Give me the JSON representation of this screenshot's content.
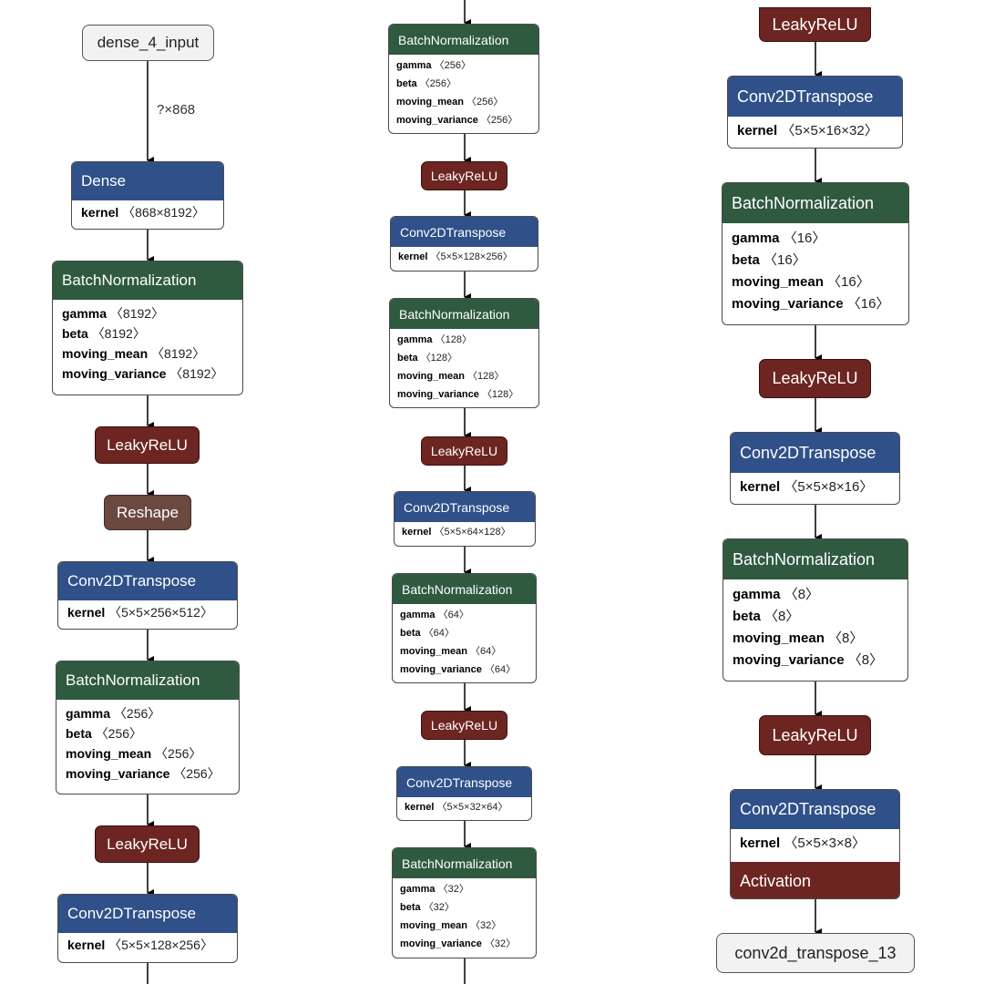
{
  "colors": {
    "dense": "#2f5089",
    "conv2d_transpose": "#2f5089",
    "batch_normalization": "#2f5a40",
    "activation": "#6d2521",
    "reshape": "#6b4840",
    "io_fill": "#f2f2f2"
  },
  "graph": {
    "input": {
      "label": "dense_4_input",
      "edge_label": "?×868"
    },
    "output": {
      "label": "conv2d_transpose_13"
    },
    "col1": {
      "dense": {
        "title": "Dense",
        "params": [
          {
            "name": "kernel",
            "shape": "〈868×8192〉"
          }
        ]
      },
      "bn1": {
        "title": "BatchNormalization",
        "params": [
          {
            "name": "gamma",
            "shape": "〈8192〉"
          },
          {
            "name": "beta",
            "shape": "〈8192〉"
          },
          {
            "name": "moving_mean",
            "shape": "〈8192〉"
          },
          {
            "name": "moving_variance",
            "shape": "〈8192〉"
          }
        ]
      },
      "lrelu1": {
        "title": "LeakyReLU"
      },
      "reshape": {
        "title": "Reshape"
      },
      "conv1": {
        "title": "Conv2DTranspose",
        "params": [
          {
            "name": "kernel",
            "shape": "〈5×5×256×512〉"
          }
        ]
      },
      "bn2": {
        "title": "BatchNormalization",
        "params": [
          {
            "name": "gamma",
            "shape": "〈256〉"
          },
          {
            "name": "beta",
            "shape": "〈256〉"
          },
          {
            "name": "moving_mean",
            "shape": "〈256〉"
          },
          {
            "name": "moving_variance",
            "shape": "〈256〉"
          }
        ]
      },
      "lrelu2": {
        "title": "LeakyReLU"
      },
      "conv2": {
        "title": "Conv2DTranspose",
        "params": [
          {
            "name": "kernel",
            "shape": "〈5×5×128×256〉"
          }
        ]
      }
    },
    "col2": {
      "bn1": {
        "title": "BatchNormalization",
        "params": [
          {
            "name": "gamma",
            "shape": "〈256〉"
          },
          {
            "name": "beta",
            "shape": "〈256〉"
          },
          {
            "name": "moving_mean",
            "shape": "〈256〉"
          },
          {
            "name": "moving_variance",
            "shape": "〈256〉"
          }
        ]
      },
      "lrelu1": {
        "title": "LeakyReLU"
      },
      "conv1": {
        "title": "Conv2DTranspose",
        "params": [
          {
            "name": "kernel",
            "shape": "〈5×5×128×256〉"
          }
        ]
      },
      "bn2": {
        "title": "BatchNormalization",
        "params": [
          {
            "name": "gamma",
            "shape": "〈128〉"
          },
          {
            "name": "beta",
            "shape": "〈128〉"
          },
          {
            "name": "moving_mean",
            "shape": "〈128〉"
          },
          {
            "name": "moving_variance",
            "shape": "〈128〉"
          }
        ]
      },
      "lrelu2": {
        "title": "LeakyReLU"
      },
      "conv2": {
        "title": "Conv2DTranspose",
        "params": [
          {
            "name": "kernel",
            "shape": "〈5×5×64×128〉"
          }
        ]
      },
      "bn3": {
        "title": "BatchNormalization",
        "params": [
          {
            "name": "gamma",
            "shape": "〈64〉"
          },
          {
            "name": "beta",
            "shape": "〈64〉"
          },
          {
            "name": "moving_mean",
            "shape": "〈64〉"
          },
          {
            "name": "moving_variance",
            "shape": "〈64〉"
          }
        ]
      },
      "lrelu3": {
        "title": "LeakyReLU"
      },
      "conv3": {
        "title": "Conv2DTranspose",
        "params": [
          {
            "name": "kernel",
            "shape": "〈5×5×32×64〉"
          }
        ]
      },
      "bn4": {
        "title": "BatchNormalization",
        "params": [
          {
            "name": "gamma",
            "shape": "〈32〉"
          },
          {
            "name": "beta",
            "shape": "〈32〉"
          },
          {
            "name": "moving_mean",
            "shape": "〈32〉"
          },
          {
            "name": "moving_variance",
            "shape": "〈32〉"
          }
        ]
      }
    },
    "col3": {
      "lrelu0": {
        "title": "LeakyReLU"
      },
      "conv1": {
        "title": "Conv2DTranspose",
        "params": [
          {
            "name": "kernel",
            "shape": "〈5×5×16×32〉"
          }
        ]
      },
      "bn1": {
        "title": "BatchNormalization",
        "params": [
          {
            "name": "gamma",
            "shape": "〈16〉"
          },
          {
            "name": "beta",
            "shape": "〈16〉"
          },
          {
            "name": "moving_mean",
            "shape": "〈16〉"
          },
          {
            "name": "moving_variance",
            "shape": "〈16〉"
          }
        ]
      },
      "lrelu1": {
        "title": "LeakyReLU"
      },
      "conv2": {
        "title": "Conv2DTranspose",
        "params": [
          {
            "name": "kernel",
            "shape": "〈5×5×8×16〉"
          }
        ]
      },
      "bn2": {
        "title": "BatchNormalization",
        "params": [
          {
            "name": "gamma",
            "shape": "〈8〉"
          },
          {
            "name": "beta",
            "shape": "〈8〉"
          },
          {
            "name": "moving_mean",
            "shape": "〈8〉"
          },
          {
            "name": "moving_variance",
            "shape": "〈8〉"
          }
        ]
      },
      "lrelu2": {
        "title": "LeakyReLU"
      },
      "conv3": {
        "title": "Conv2DTranspose",
        "params": [
          {
            "name": "kernel",
            "shape": "〈5×5×3×8〉"
          }
        ],
        "activation": "Activation"
      }
    }
  }
}
